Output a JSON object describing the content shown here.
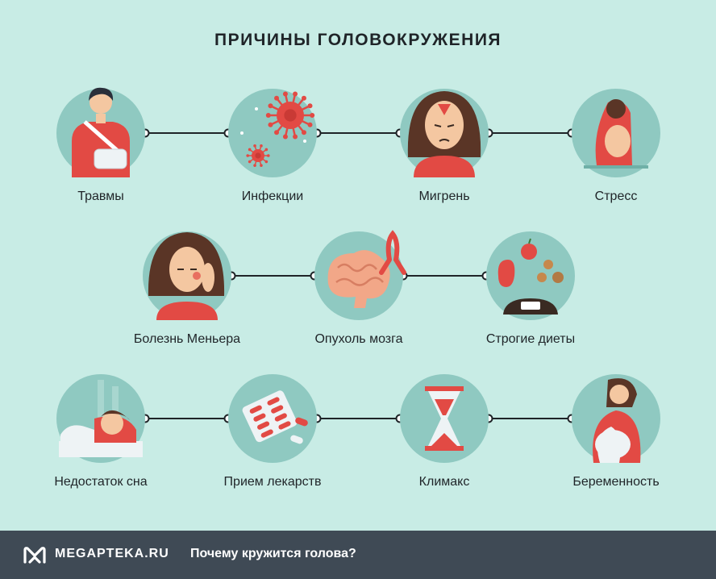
{
  "title": "ПРИЧИНЫ ГОЛОВОКРУЖЕНИЯ",
  "colors": {
    "background": "#c8ece5",
    "circle": "#8fc9c1",
    "accent_red": "#e24a44",
    "footer": "#3f4a55"
  },
  "rows": [
    {
      "items": [
        {
          "label": "Травмы",
          "icon": "trauma-icon"
        },
        {
          "label": "Инфекции",
          "icon": "virus-icon"
        },
        {
          "label": "Мигрень",
          "icon": "migraine-icon"
        },
        {
          "label": "Стресс",
          "icon": "stress-icon"
        }
      ]
    },
    {
      "items": [
        {
          "label": "Болезнь Меньера",
          "icon": "meniere-icon"
        },
        {
          "label": "Опухоль мозга",
          "icon": "brain-icon"
        },
        {
          "label": "Строгие диеты",
          "icon": "diet-icon"
        }
      ]
    },
    {
      "items": [
        {
          "label": "Недостаток сна",
          "icon": "sleep-icon"
        },
        {
          "label": "Прием лекарств",
          "icon": "pills-icon"
        },
        {
          "label": "Климакс",
          "icon": "hourglass-icon"
        },
        {
          "label": "Беременность",
          "icon": "pregnancy-icon"
        }
      ]
    }
  ],
  "footer": {
    "brand": "MEGAPTEKA.RU",
    "tagline": "Почему кружится голова?",
    "logo_icon": "megapteka-logo-icon"
  }
}
